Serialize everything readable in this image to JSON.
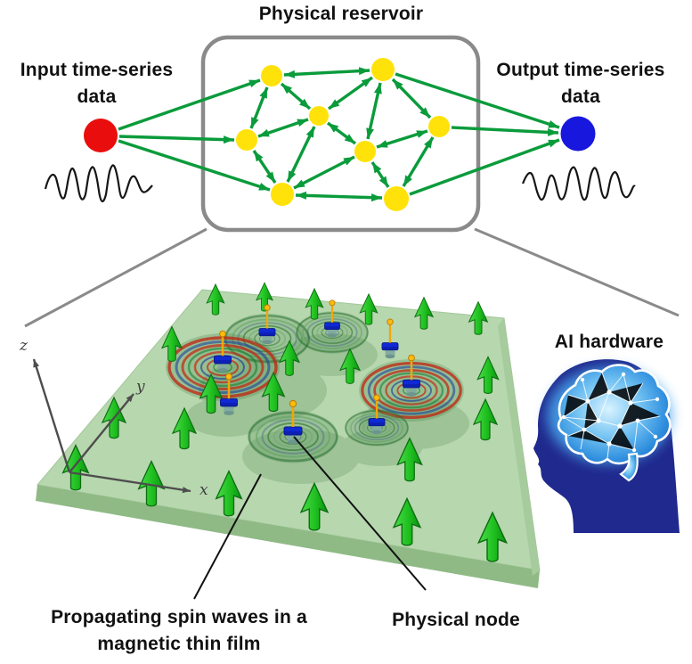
{
  "title": "Physical reservoir",
  "labels": {
    "input": "Input time-series data",
    "output": "Output time-series data",
    "ai_hardware": "AI hardware",
    "spin_waves": "Propagating spin waves in a magnetic thin film",
    "physical_node": "Physical node"
  },
  "axes": {
    "x": "x",
    "y": "y",
    "z": "z"
  },
  "colors": {
    "edge_green": "#0a9b3b",
    "reservoir_node_yellow": "#ffe20a",
    "input_node_red": "#ea0d0d",
    "output_node_blue": "#1717dd",
    "box_border_gray": "#8a8a8a",
    "film_green": "#b7d7ae",
    "spin_arrow_green": "#1fbf1f",
    "head_navy": "#202a8d",
    "brain_blue": "#49a8ee",
    "pin_orange": "#f2a70a",
    "node_box_blue": "#1029d6"
  }
}
